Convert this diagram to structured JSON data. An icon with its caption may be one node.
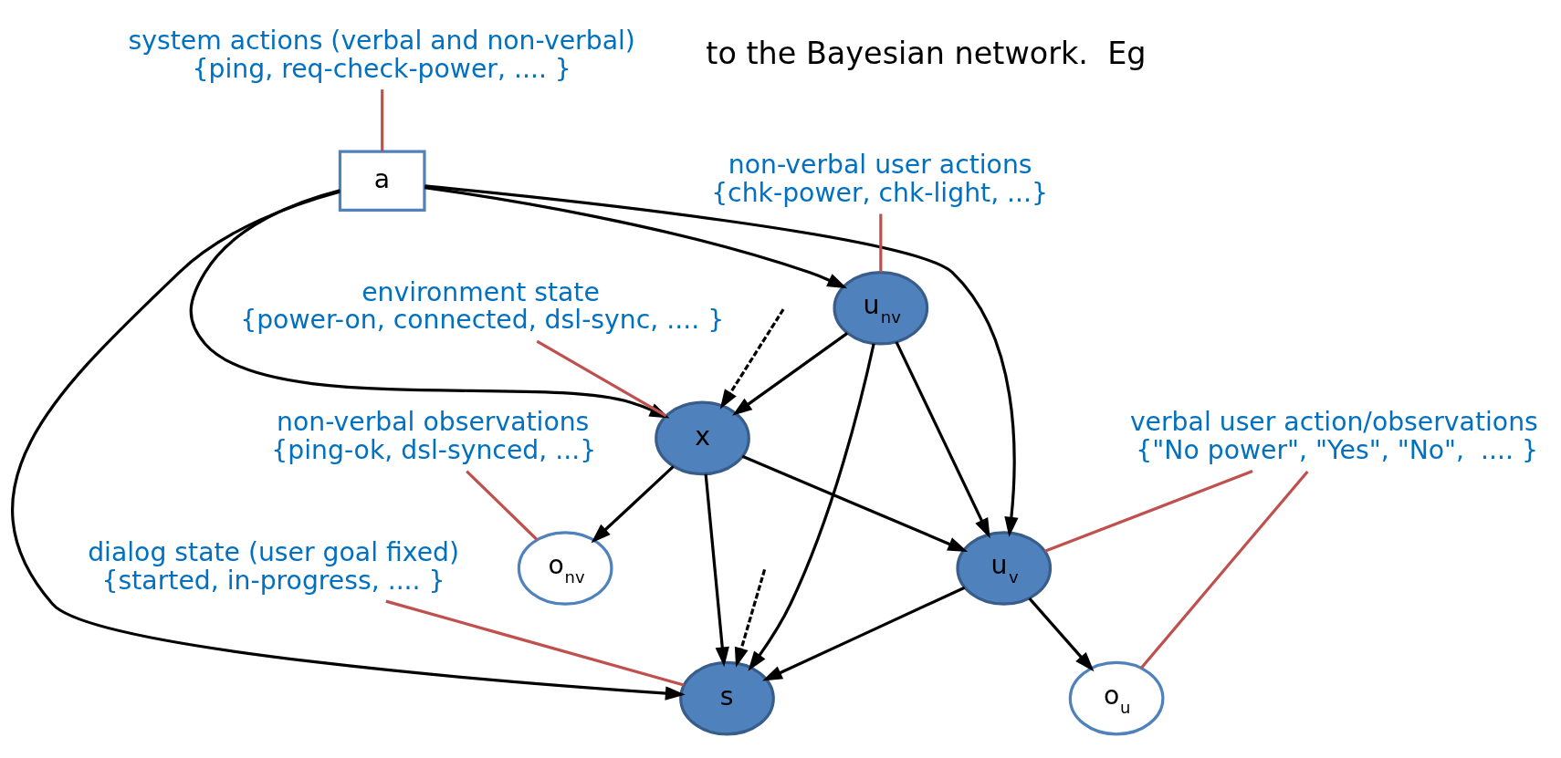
{
  "diagram": {
    "nodes": [
      {
        "text": [
          "a"
        ]
      },
      {
        "text": [
          "x"
        ]
      },
      {
        "text": [
          "s"
        ]
      },
      {
        "text": [
          "u$_{nv}$"
        ]
      },
      {
        "text": [
          "u$_{v}$"
        ]
      },
      {
        "text": [
          "o$_{nv}$"
        ]
      },
      {
        "text": [
          "o$_{u}$"
        ]
      },
      {
        "text": [
          "system actions (verbal and non-verbal)",
          "{ping, req-check-power, .... }"
        ]
      },
      {
        "text": [
          "environment state",
          "{power-on, connected, dsl-sync, .... }"
        ]
      },
      {
        "text": [
          "dialog state (user goal fixed)",
          "{started, in-progress, .... }"
        ]
      },
      {
        "text": [
          "non-verbal user actions",
          "{chk-power, chk-light, ...}"
        ]
      },
      {
        "text": [
          "verbal user action/observations",
          "{\"No power\", \"Yes\", \"No\",  .... }"
        ]
      },
      {
        "text": [
          "non-verbal observations",
          "{ping-ok, dsl-synced, ...}"
        ]
      }
    ],
    "edges": [
      {
        "from": 0,
        "to": 1,
        "arrow": "to"
      },
      {
        "from": 0,
        "to": 3,
        "arrow": "to"
      },
      {
        "from": 0,
        "to": 4,
        "arrow": "to"
      },
      {
        "from": 0,
        "to": 2,
        "arrow": "to"
      },
      {
        "from": null,
        "to": 1,
        "arrow": "to",
        "style": "dashed"
      },
      {
        "from": null,
        "to": 2,
        "arrow": "to",
        "style": "dashed"
      },
      {
        "from": 1,
        "to": 2,
        "arrow": "to"
      },
      {
        "from": 1,
        "to": 4,
        "arrow": "to"
      },
      {
        "from": 1,
        "to": 5,
        "arrow": "to"
      },
      {
        "from": 3,
        "to": 1,
        "arrow": "to"
      },
      {
        "from": 3,
        "to": 2,
        "arrow": "to"
      },
      {
        "from": 3,
        "to": 4,
        "arrow": "to"
      },
      {
        "from": 4,
        "to": 2,
        "arrow": "to"
      },
      {
        "from": 4,
        "to": 6,
        "arrow": "to"
      },
      {
        "from": 7,
        "to": 0,
        "arrow": "none",
        "color": "#c0504d"
      },
      {
        "from": 8,
        "to": 1,
        "arrow": "none",
        "color": "#c0504d"
      },
      {
        "from": 9,
        "to": 2,
        "arrow": "none",
        "color": "#c0504d"
      },
      {
        "from": 10,
        "to": 3,
        "arrow": "none",
        "color": "#c0504d"
      },
      {
        "from": 11,
        "to": 4,
        "arrow": "none",
        "color": "#c0504d"
      },
      {
        "from": 11,
        "to": 6,
        "arrow": "none",
        "color": "#c0504d"
      },
      {
        "from": 12,
        "to": 5,
        "arrow": "none",
        "color": "#c0504d"
      }
    ],
    "labels": [
      "to the Bayesian network.  Eg"
    ]
  }
}
